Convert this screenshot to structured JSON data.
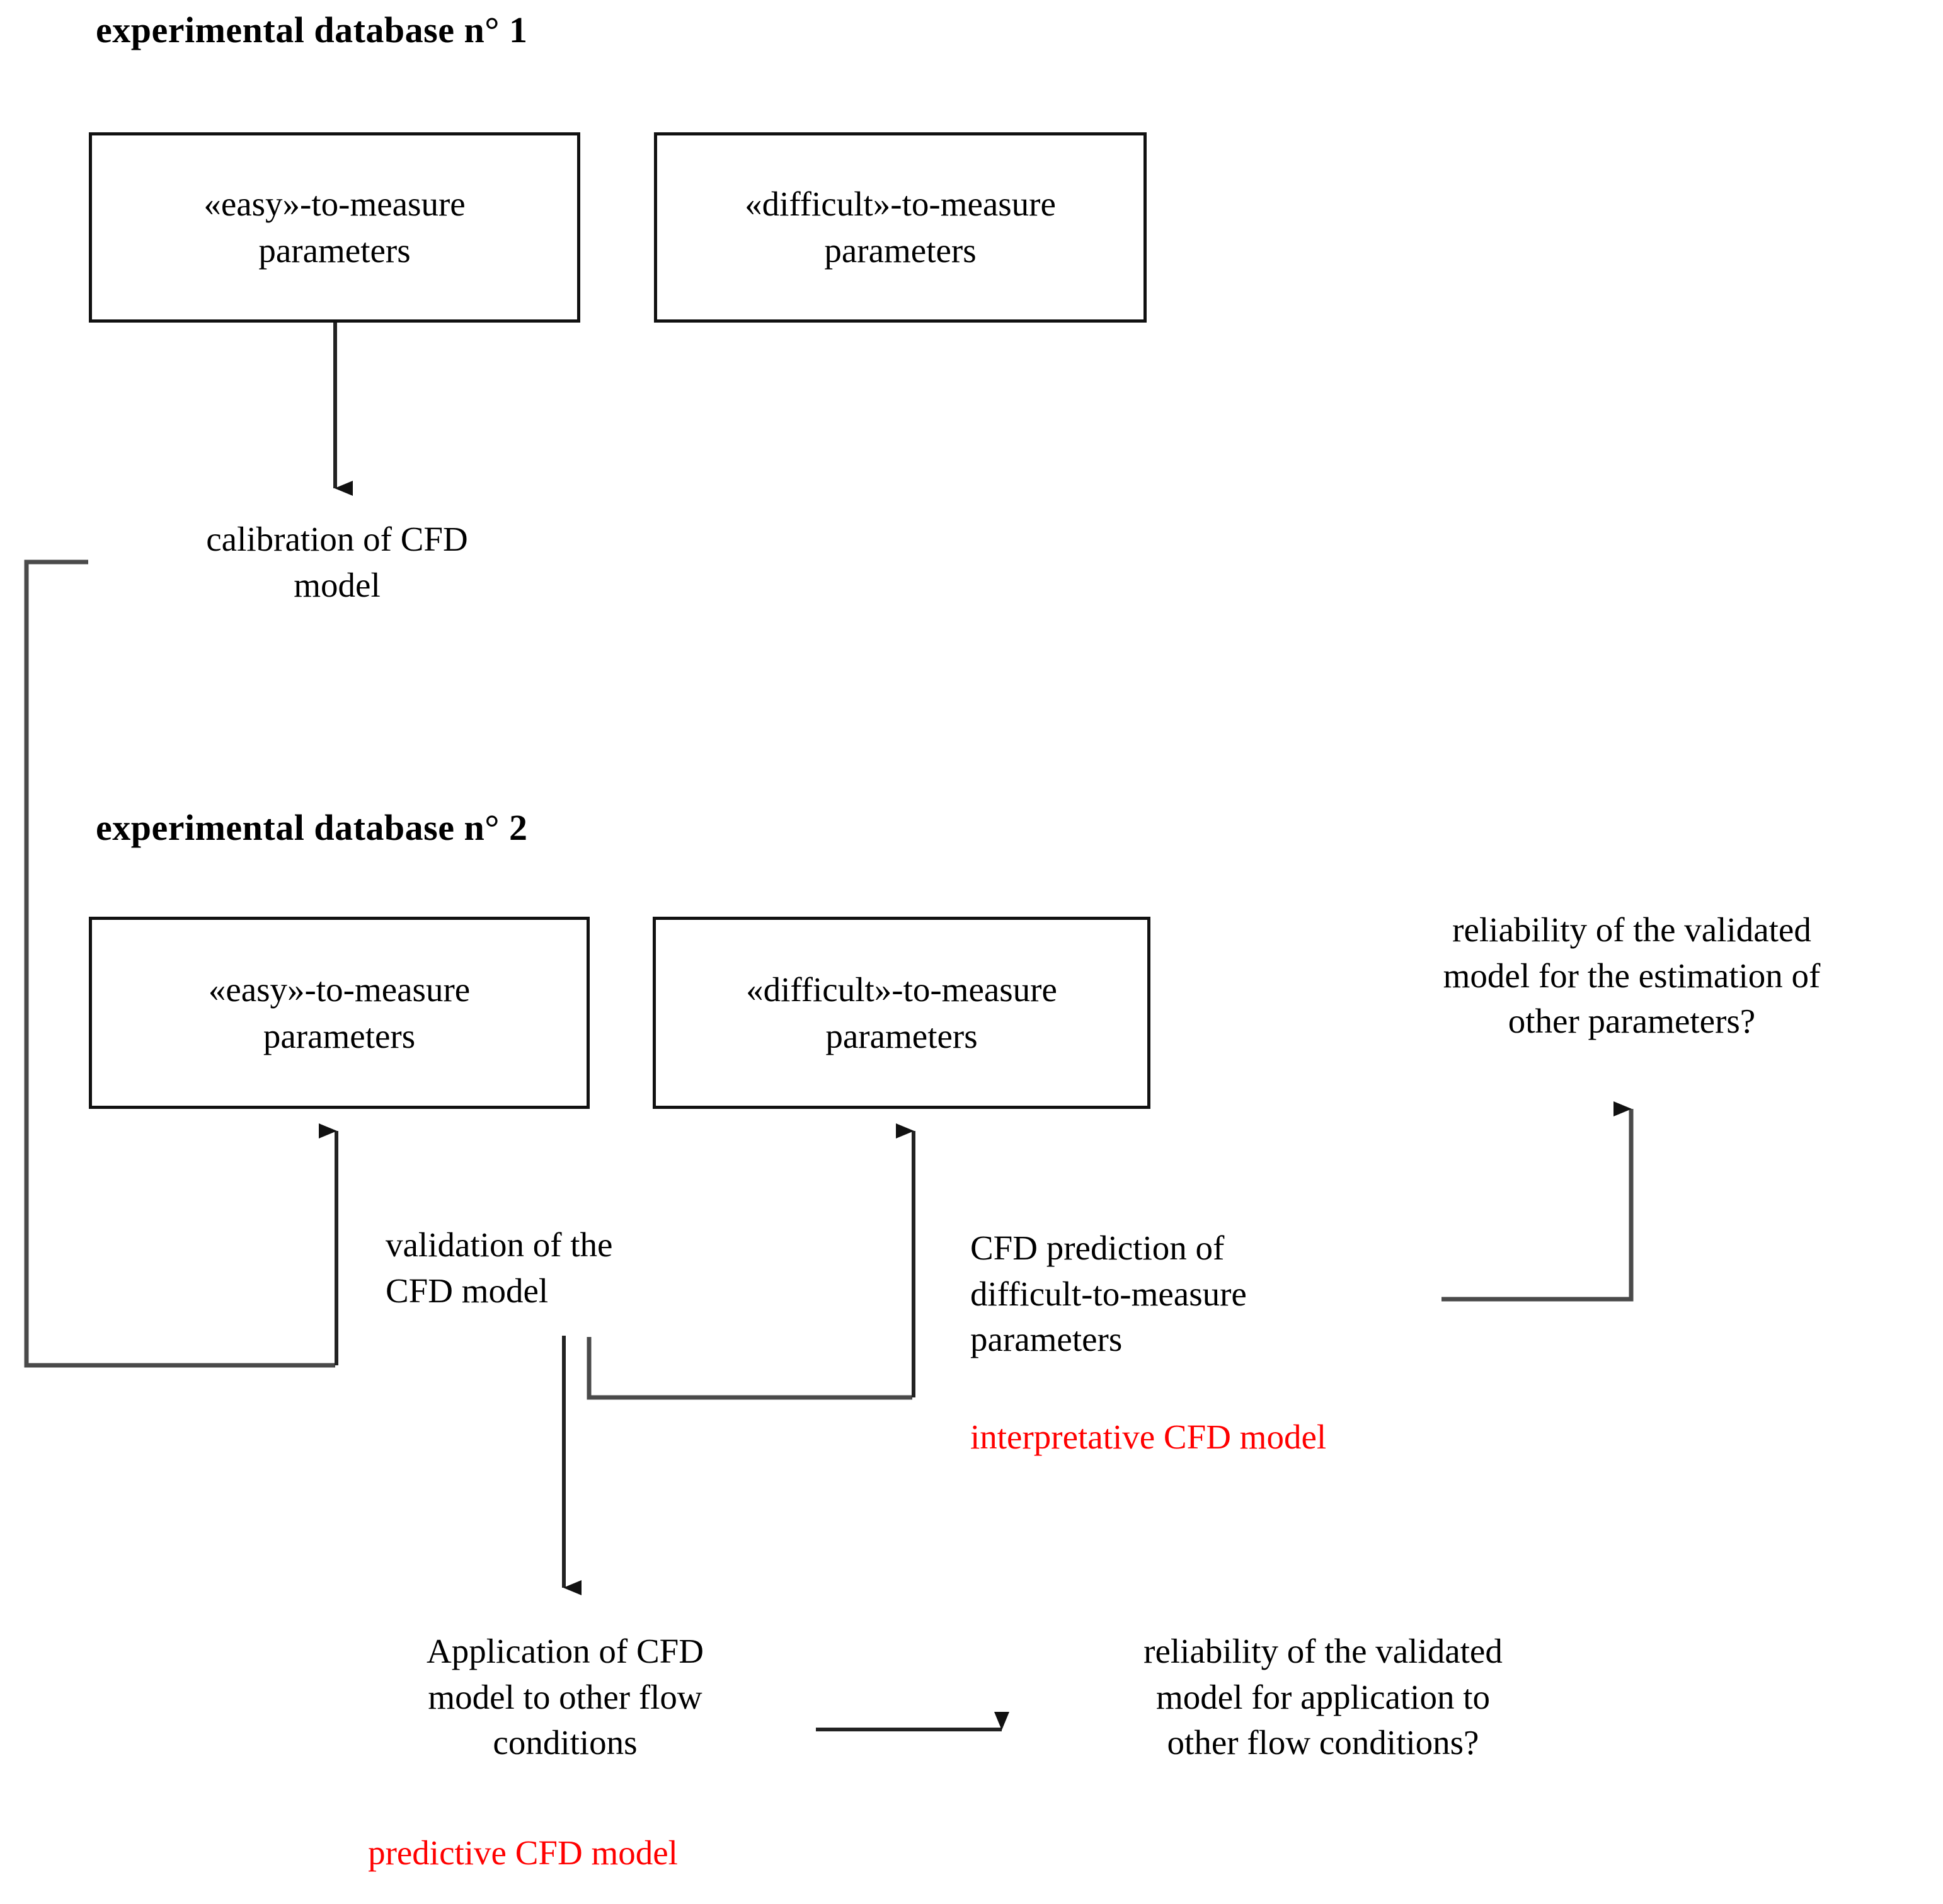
{
  "diagram": {
    "title_db1": "experimental database n° 1",
    "title_db2": "experimental database n° 2",
    "boxes": {
      "db1_easy": "«easy»-to-measure\nparameters",
      "db1_difficult": "«difficult»-to-measure\nparameters",
      "db2_easy": "«easy»-to-measure\nparameters",
      "db2_difficult": "«difficult»-to-measure\nparameters"
    },
    "labels": {
      "calibration": "calibration of CFD\nmodel",
      "validation": "validation of the\nCFD model",
      "cfd_prediction": "CFD prediction of\ndifficult-to-measure\nparameters",
      "application": "Application of CFD\nmodel to other flow\nconditions",
      "reliability_estimation": "reliability of the validated\nmodel for the estimation of\nother parameters?",
      "reliability_application": "reliability of the validated\nmodel for application to\nother flow conditions?",
      "interpretative_model": "interpretative CFD model",
      "predictive_model": "predictive CFD model"
    },
    "colors": {
      "line": "#3b3b3b",
      "box_border": "#111111",
      "text": "#000000",
      "highlight": "#ff0000",
      "background": "#ffffff"
    }
  }
}
